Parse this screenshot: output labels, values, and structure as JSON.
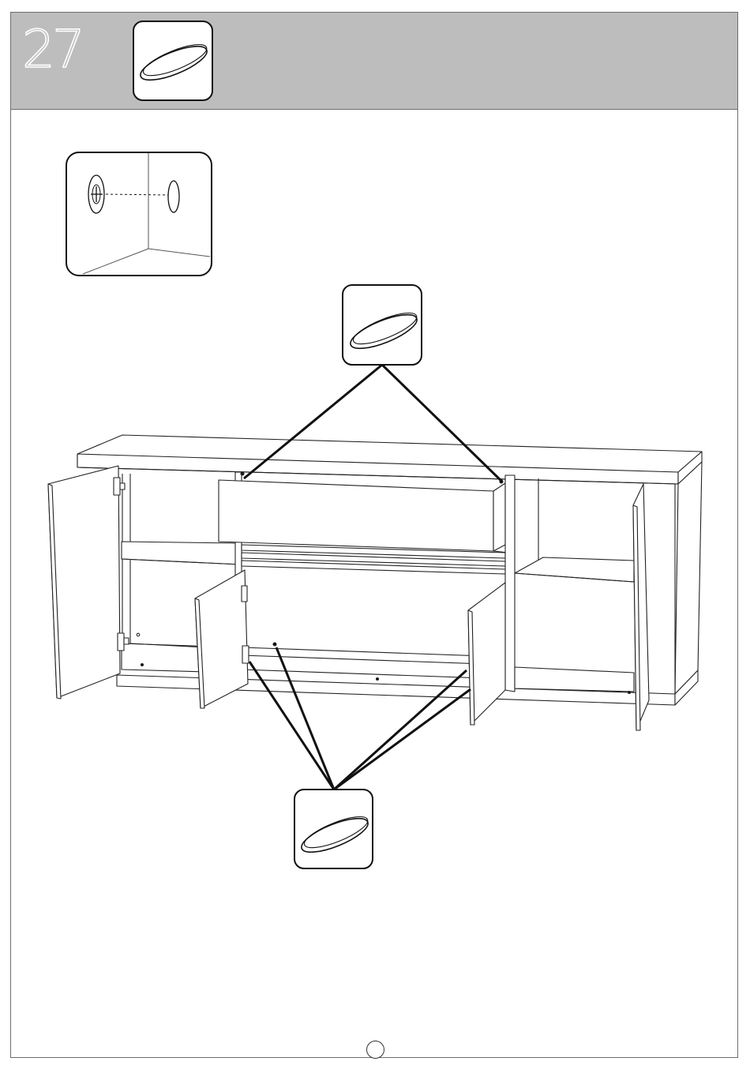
{
  "step": {
    "number": "27"
  },
  "icons": {
    "part": "cap-cover-icon",
    "detail": "cam-lock-hole-detail-icon",
    "product": "sideboard-cabinet-icon"
  },
  "callouts": {
    "top_count": 2,
    "bottom_count": 4
  }
}
